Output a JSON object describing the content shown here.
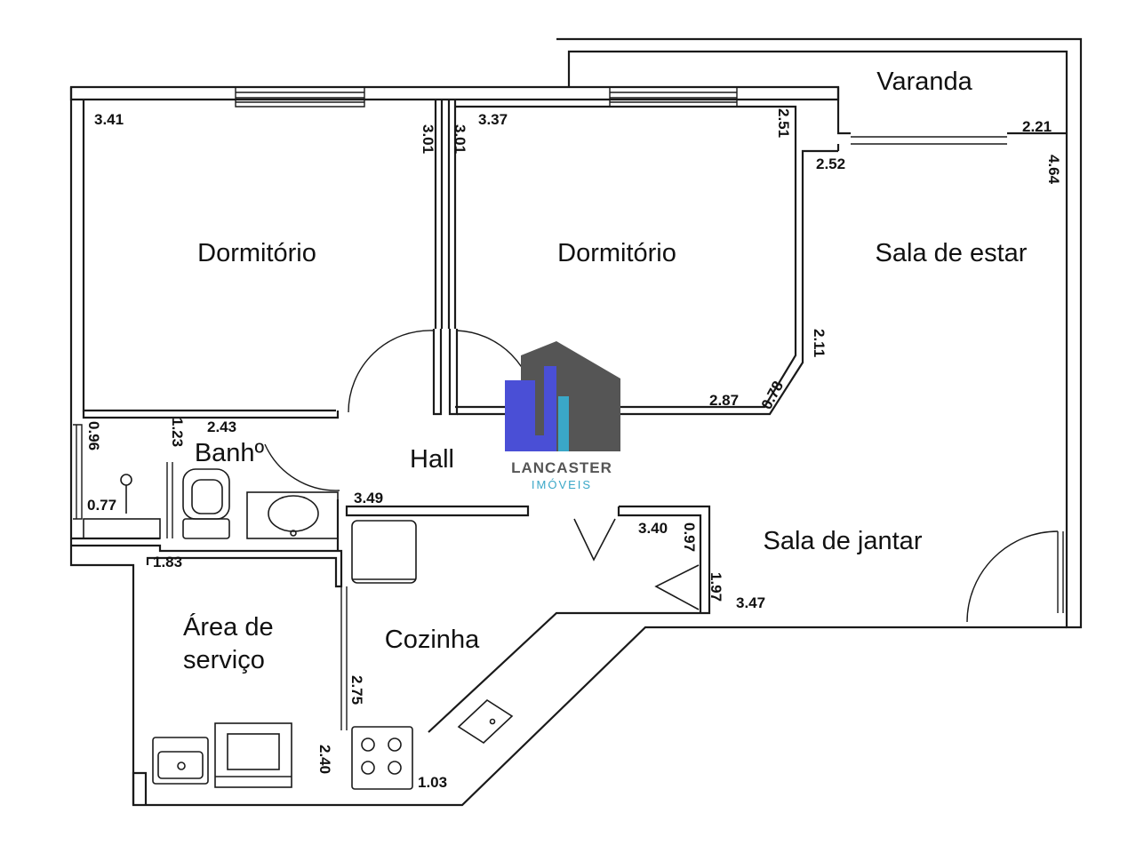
{
  "rooms": {
    "varanda": "Varanda",
    "dormitorio_1": "Dormitório",
    "dormitorio_2": "Dormitório",
    "sala_estar": "Sala de estar",
    "banho": "Banhº",
    "hall": "Hall",
    "sala_jantar": "Sala de jantar",
    "area_servico_1": "Área de",
    "area_servico_2": "serviço",
    "cozinha": "Cozinha"
  },
  "dimensions": {
    "d341": "3.41",
    "d301a": "3.01",
    "d301b": "3.01",
    "d337": "3.37",
    "d251": "2.51",
    "d221": "2.21",
    "d252": "2.52",
    "d464": "4.64",
    "d211": "2.11",
    "d287": "2.87",
    "d078": "0.78",
    "d096": "0.96",
    "d123": "1.23",
    "d243": "2.43",
    "d077": "0.77",
    "d349": "3.49",
    "d340": "3.40",
    "d097": "0.97",
    "d183": "1.83",
    "d197": "1.97",
    "d347": "3.47",
    "d275": "2.75",
    "d240": "2.40",
    "d103": "1.03"
  },
  "logo": {
    "name": "LANCASTER",
    "subtitle": "IMÓVEIS"
  },
  "colors": {
    "wall": "#1a1a1a",
    "logo_blue": "#4a4fd6",
    "logo_gray": "#555555",
    "logo_teal": "#3aa7c7"
  }
}
